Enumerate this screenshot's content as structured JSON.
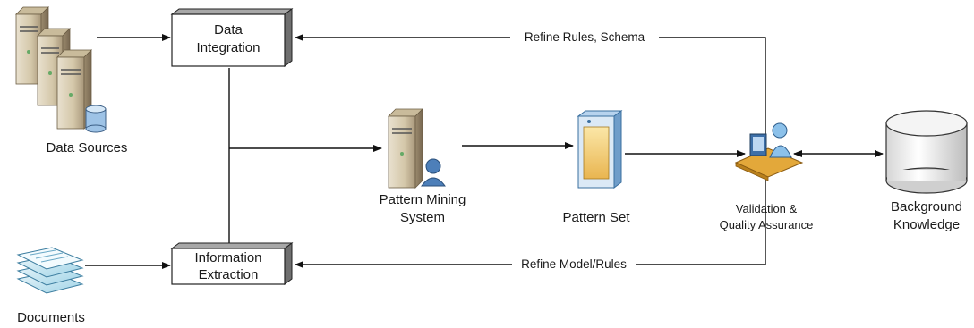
{
  "nodes": {
    "data_sources": "Data Sources",
    "documents": "Documents",
    "data_integration": [
      "Data",
      "Integration"
    ],
    "information_extraction": [
      "Information",
      "Extraction"
    ],
    "pattern_mining": [
      "Pattern Mining",
      "System"
    ],
    "pattern_set": "Pattern Set",
    "validation": [
      "Validation &",
      "Quality Assurance"
    ],
    "background": [
      "Background",
      "Knowledge"
    ]
  },
  "edges": {
    "refine_rules_schema": "Refine Rules, Schema",
    "refine_model_rules": "Refine Model/Rules"
  },
  "icons": {
    "servers": "server-stack-icon",
    "documents": "document-stack-icon",
    "mining": "server-user-icon",
    "pattern_set": "pattern-set-icon",
    "validation": "user-workstation-icon",
    "knowledge": "database-cylinder-icon"
  }
}
